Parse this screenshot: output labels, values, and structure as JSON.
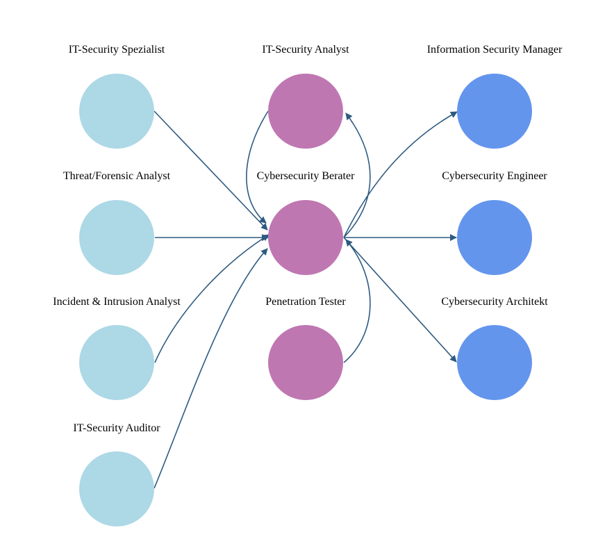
{
  "diagram": {
    "colors": {
      "column_1": "#add8e6",
      "column_2": "#bf77b2",
      "column_3": "#6495ed",
      "edge": "#2e5a80",
      "label": "#000000"
    },
    "nodes": [
      {
        "id": "it-security-spezialist",
        "label": "IT-Security Spezialist",
        "column": 1
      },
      {
        "id": "threat-forensic-analyst",
        "label": "Threat/Forensic Analyst",
        "column": 1
      },
      {
        "id": "incident-intrusion-analyst",
        "label": "Incident & Intrusion Analyst",
        "column": 1
      },
      {
        "id": "it-security-auditor",
        "label": "IT-Security Auditor",
        "column": 1
      },
      {
        "id": "it-security-analyst",
        "label": "IT-Security Analyst",
        "column": 2
      },
      {
        "id": "cybersecurity-berater",
        "label": "Cybersecurity Berater",
        "column": 2
      },
      {
        "id": "penetration-tester",
        "label": "Penetration Tester",
        "column": 2
      },
      {
        "id": "information-security-manager",
        "label": "Information Security Manager",
        "column": 3
      },
      {
        "id": "cybersecurity-engineer",
        "label": "Cybersecurity Engineer",
        "column": 3
      },
      {
        "id": "cybersecurity-architekt",
        "label": "Cybersecurity Architekt",
        "column": 3
      }
    ],
    "edges": [
      {
        "from": "it-security-spezialist",
        "to": "cybersecurity-berater"
      },
      {
        "from": "threat-forensic-analyst",
        "to": "cybersecurity-berater"
      },
      {
        "from": "incident-intrusion-analyst",
        "to": "cybersecurity-berater"
      },
      {
        "from": "it-security-auditor",
        "to": "cybersecurity-berater"
      },
      {
        "from": "it-security-analyst",
        "to": "cybersecurity-berater"
      },
      {
        "from": "cybersecurity-berater",
        "to": "it-security-analyst"
      },
      {
        "from": "penetration-tester",
        "to": "cybersecurity-berater"
      },
      {
        "from": "cybersecurity-berater",
        "to": "information-security-manager"
      },
      {
        "from": "cybersecurity-berater",
        "to": "cybersecurity-engineer"
      },
      {
        "from": "cybersecurity-berater",
        "to": "cybersecurity-architekt"
      }
    ]
  }
}
